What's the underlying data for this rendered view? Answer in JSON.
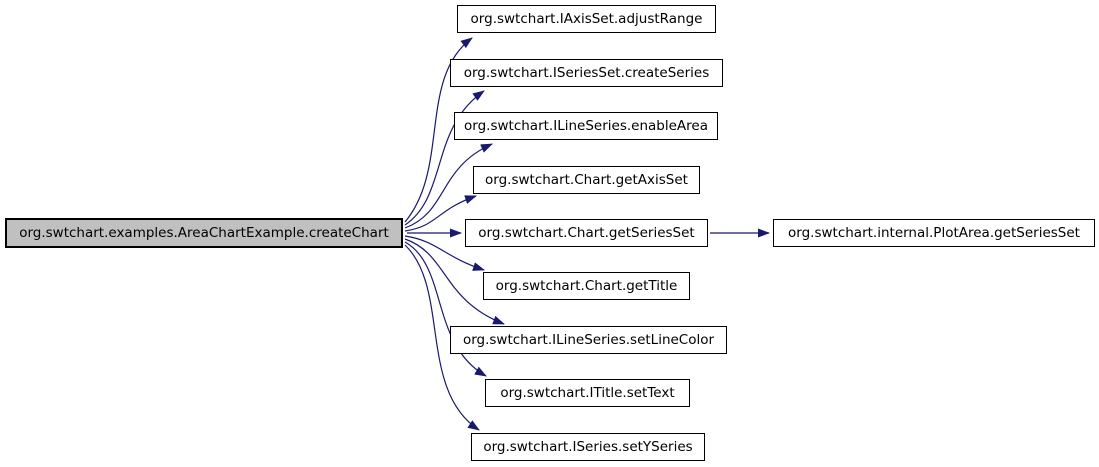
{
  "colors": {
    "background": "#ffffff",
    "edge_color": "#191970",
    "node_border": "#000000",
    "node_fill": "#ffffff",
    "main_node_fill": "#c0c0c0",
    "text_color": "#000000"
  },
  "graph": {
    "type": "call-graph",
    "nodes": {
      "main": {
        "label": "org.swtchart.examples.AreaChartExample.createChart",
        "highlighted": true
      },
      "adjustRange": {
        "label": "org.swtchart.IAxisSet.adjustRange"
      },
      "createSeries": {
        "label": "org.swtchart.ISeriesSet.createSeries"
      },
      "enableArea": {
        "label": "org.swtchart.ILineSeries.enableArea"
      },
      "getAxisSet": {
        "label": "org.swtchart.Chart.getAxisSet"
      },
      "getSeriesSet": {
        "label": "org.swtchart.Chart.getSeriesSet"
      },
      "getTitle": {
        "label": "org.swtchart.Chart.getTitle"
      },
      "setLineColor": {
        "label": "org.swtchart.ILineSeries.setLineColor"
      },
      "setText": {
        "label": "org.swtchart.ITitle.setText"
      },
      "setYSeries": {
        "label": "org.swtchart.ISeries.setYSeries"
      },
      "plotAreaGetSeriesSet": {
        "label": "org.swtchart.internal.PlotArea.getSeriesSet"
      }
    },
    "edges": [
      {
        "from": "main",
        "to": "adjustRange"
      },
      {
        "from": "main",
        "to": "createSeries"
      },
      {
        "from": "main",
        "to": "enableArea"
      },
      {
        "from": "main",
        "to": "getAxisSet"
      },
      {
        "from": "main",
        "to": "getSeriesSet"
      },
      {
        "from": "main",
        "to": "getTitle"
      },
      {
        "from": "main",
        "to": "setLineColor"
      },
      {
        "from": "main",
        "to": "setText"
      },
      {
        "from": "main",
        "to": "setYSeries"
      },
      {
        "from": "getSeriesSet",
        "to": "plotAreaGetSeriesSet"
      }
    ]
  }
}
